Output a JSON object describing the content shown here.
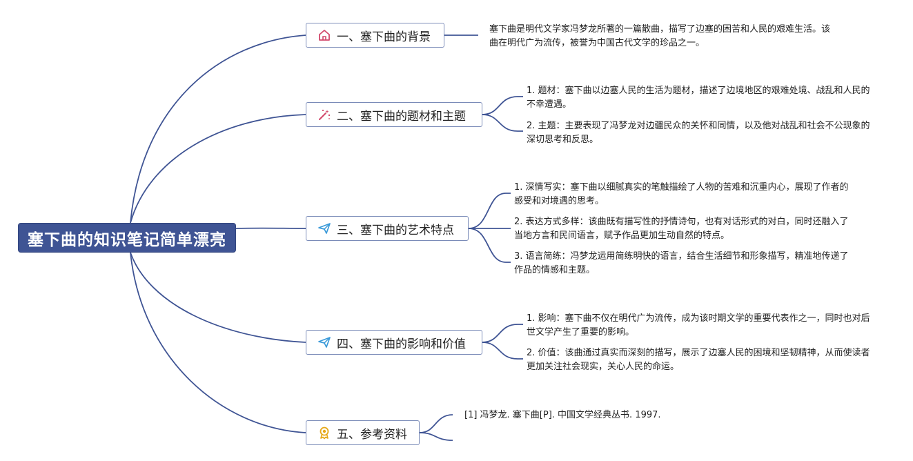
{
  "root": {
    "label": "塞下曲的知识笔记简单漂亮"
  },
  "branches": [
    {
      "label": "一、塞下曲的背景",
      "icon": "home-icon",
      "leaves": [
        "塞下曲是明代文学家冯梦龙所著的一篇散曲，描写了边塞的困苦和人民的艰难生活。该曲在明代广为流传，被誉为中国古代文学的珍品之一。"
      ]
    },
    {
      "label": "二、塞下曲的题材和主题",
      "icon": "magic-wand-icon",
      "leaves": [
        "1. 题材：塞下曲以边塞人民的生活为题材，描述了边境地区的艰难处境、战乱和人民的不幸遭遇。",
        "2. 主题：主要表现了冯梦龙对边疆民众的关怀和同情，以及他对战乱和社会不公现象的深切思考和反思。"
      ]
    },
    {
      "label": "三、塞下曲的艺术特点",
      "icon": "paper-plane-icon",
      "leaves": [
        "1. 深情写实：塞下曲以细腻真实的笔触描绘了人物的苦难和沉重内心，展现了作者的感受和对境遇的思考。",
        "2. 表达方式多样：该曲既有描写性的抒情诗句，也有对话形式的对白，同时还融入了当地方言和民间语言，赋予作品更加生动自然的特点。",
        "3. 语言简练：冯梦龙运用简练明快的语言，结合生活细节和形象描写，精准地传递了作品的情感和主题。"
      ]
    },
    {
      "label": "四、塞下曲的影响和价值",
      "icon": "paper-plane-icon",
      "leaves": [
        "1. 影响：塞下曲不仅在明代广为流传，成为该时期文学的重要代表作之一，同时也对后世文学产生了重要的影响。",
        "2. 价值：该曲通过真实而深刻的描写，展示了边塞人民的困境和坚韧精神，从而使读者更加关注社会现实，关心人民的命运。"
      ]
    },
    {
      "label": "五、参考资料",
      "icon": "award-ribbon-icon",
      "leaves": [
        "[1] 冯梦龙. 塞下曲[P]. 中国文学经典丛书. 1997."
      ]
    }
  ],
  "colors": {
    "root_bg": "#3f5494",
    "line": "#3f5494",
    "branch_border": "#7a8bb8",
    "home_icon": "#d2486b",
    "wand_icon": "#d2486b",
    "plane_icon": "#3a9ad9",
    "award_icon": "#e6a817"
  }
}
